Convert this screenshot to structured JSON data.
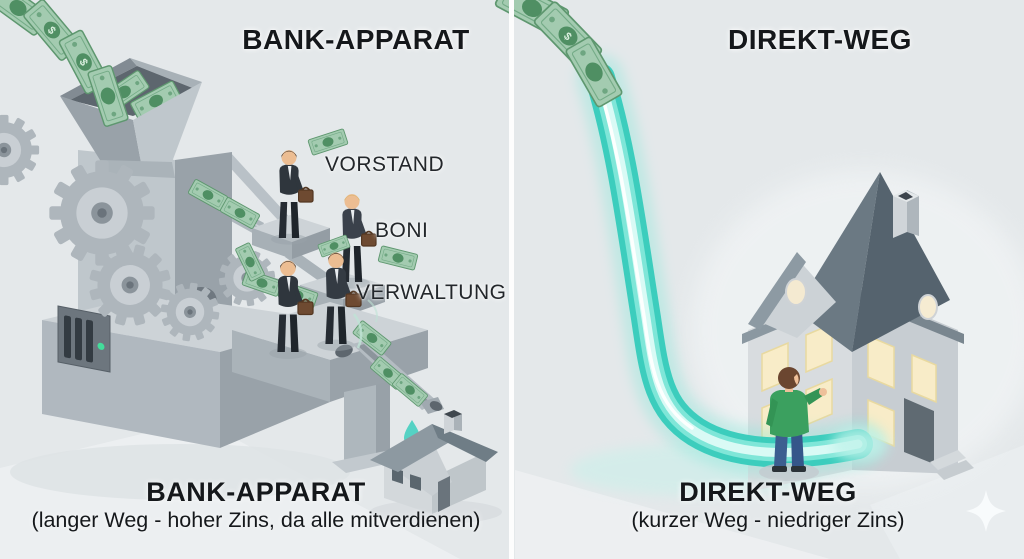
{
  "left_panel": {
    "title": "BANK-APPARAT",
    "machine_labels": [
      {
        "id": "vorstand",
        "text": "VORSTAND"
      },
      {
        "id": "boni",
        "text": "BONI"
      },
      {
        "id": "verwaltung",
        "text": "VERWALTUNG"
      }
    ],
    "caption": {
      "title": "BANK-APPARAT",
      "subtitle": "(langer Weg - hoher Zins, da alle mitverdienen)"
    }
  },
  "right_panel": {
    "title": "DIREKT-WEG",
    "caption": {
      "title": "DIREKT-WEG",
      "subtitle": "(kurzer Weg - niedriger Zins)"
    }
  },
  "money": {
    "symbol": "$"
  },
  "colors": {
    "background": "#e4e8ea",
    "divider": "#fdfdfd",
    "money_green": "#a3cbb0",
    "money_seal": "#4f8f63",
    "machine_light": "#cdd3d7",
    "machine_dark": "#6f7880",
    "pipe_teal": "#35cbbb",
    "pipe_glow": "#9ff0e4",
    "window_glow": "#f8ecc8",
    "roof_slate": "#5c6a75",
    "sweater_green": "#3ba05f",
    "jeans_blue": "#3c5e90",
    "led_green": "#43dd9b",
    "text": "#15181b"
  }
}
